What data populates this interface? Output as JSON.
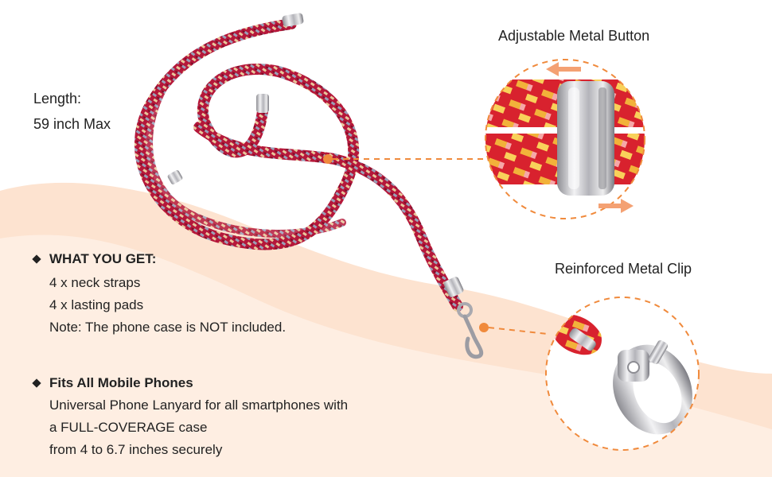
{
  "length": {
    "label": "Length:",
    "value": "59 inch Max"
  },
  "callouts": {
    "button": "Adjustable Metal Button",
    "clip": "Reinforced Metal Clip"
  },
  "what_you_get": {
    "heading": "WHAT YOU GET:",
    "items": [
      "4 x neck straps",
      "4 x lasting pads",
      "Note: The phone case is NOT included."
    ]
  },
  "fits": {
    "heading": "Fits All Mobile Phones",
    "lines": [
      "Universal Phone Lanyard for all smartphones with",
      "a FULL-COVERAGE case",
      "from 4 to 6.7 inches securely"
    ]
  },
  "colors": {
    "peach_wave": "#fde3d0",
    "accent_orange": "#f08a3c",
    "rope_red": "#b5173a",
    "rope_tan": "#e8c79c",
    "rope_gray": "#9aa0b8",
    "metal": "#c8c8cc"
  }
}
